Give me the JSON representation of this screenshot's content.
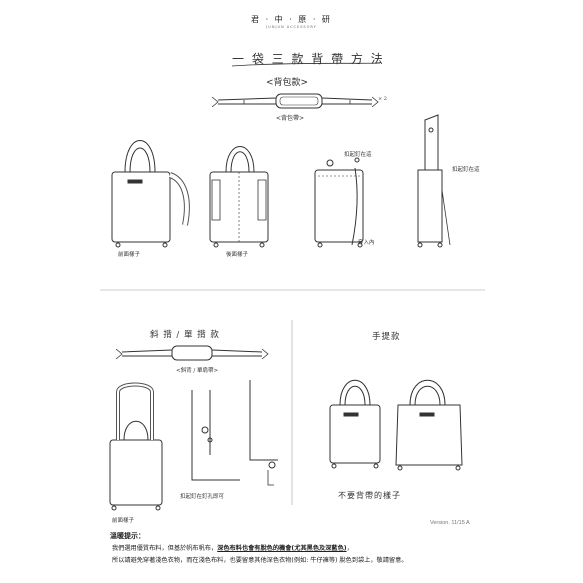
{
  "header": {
    "brand": "君 · 中 · 原 · 研",
    "brand_sub": "JUNJUN ACCESSORY"
  },
  "backpack_section": {
    "title": "一 袋 三 款 背 帶 方 法",
    "subtitle": "<背包款>",
    "strap_label": "<背包帶>",
    "quantity": "× 2",
    "label_front": "前面樣子",
    "label_back": "後面樣子",
    "label_clip_1": "扣起釘在這",
    "label_clip_2": "扣起釘在這",
    "label_tuck": "穿入內"
  },
  "crossbody_section": {
    "title": "斜 揹 / 單 揹 款",
    "strap_label": "<斜背 / 單肩帶>",
    "label_clip_note": "扣起釘在釘孔即可",
    "label_front": "前面樣子"
  },
  "handbag_section": {
    "title": "手提款",
    "note": "不要背帶的樣子"
  },
  "footer": {
    "version": "Version. 11/15 A",
    "notice_title": "溫暖提示：",
    "line1_pre": "我們選用優質布料，但基於帆布帆布，",
    "line1_highlight": "深色布料也會有脫色的機會(尤其黑色及深藍色)",
    "line1_post": "，",
    "line2": "所以請避免穿著淺色衣物，而在淺色布料，也要留意其他深色衣物(例如: 牛仔褲等) 脫色到袋上，敬請留意。"
  }
}
